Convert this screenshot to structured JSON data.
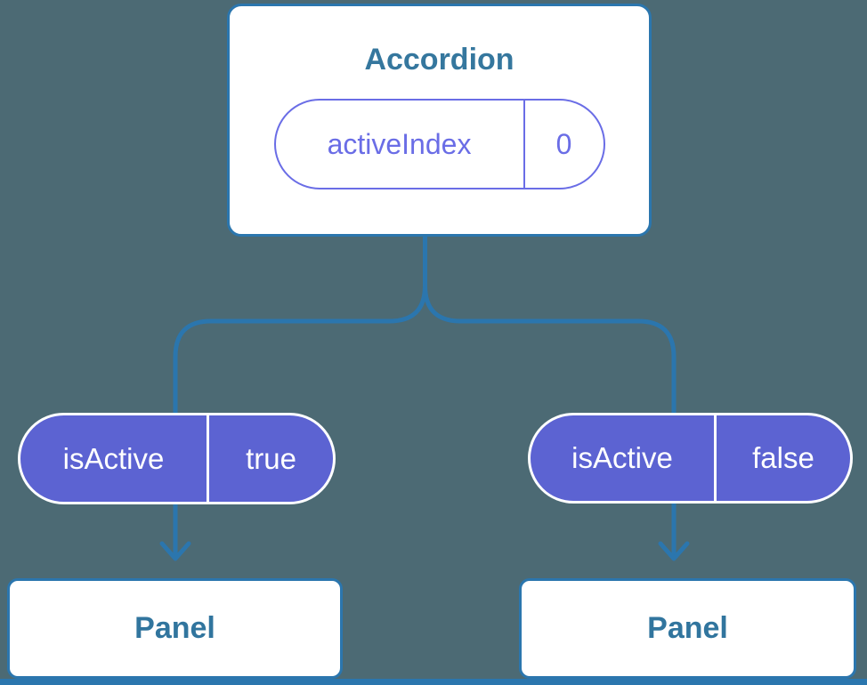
{
  "diagram": {
    "root": {
      "title": "Accordion",
      "prop": {
        "name": "activeIndex",
        "value": "0"
      }
    },
    "children": [
      {
        "prop": {
          "name": "isActive",
          "value": "true"
        },
        "panel_label": "Panel"
      },
      {
        "prop": {
          "name": "isActive",
          "value": "false"
        },
        "panel_label": "Panel"
      }
    ],
    "colors": {
      "background": "#4C6A74",
      "connector_blue": "#2B76AE",
      "node_title_blue": "#35779E",
      "panel_text_blue": "#31759E",
      "pill_fill_purple": "#5C63D2",
      "pill_outline_purple": "#6A6DE6",
      "node_fill": "#FFFFFF",
      "pill_text_on_fill": "#FFFFFF"
    }
  }
}
